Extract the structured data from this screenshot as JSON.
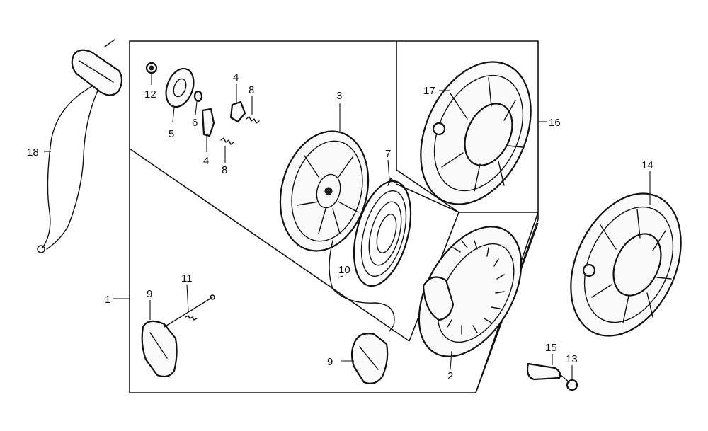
{
  "diagram": {
    "callouts": {
      "n1": "1",
      "n2": "2",
      "n3": "3",
      "n4a": "4",
      "n4b": "4",
      "n5": "5",
      "n6": "6",
      "n7": "7",
      "n8a": "8",
      "n8b": "8",
      "n9a": "9",
      "n9b": "9",
      "n10": "10",
      "n11": "11",
      "n12": "12",
      "n13": "13",
      "n14": "14",
      "n15": "15",
      "n16": "16",
      "n17": "17",
      "n18": "18"
    }
  }
}
